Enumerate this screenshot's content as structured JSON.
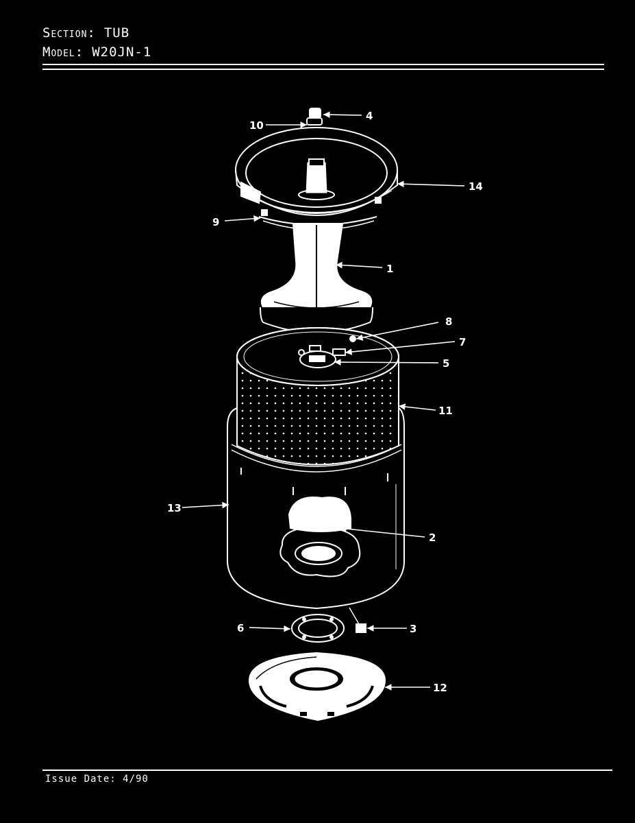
{
  "header": {
    "section_label": "Section:",
    "section_value": "TUB",
    "model_label": "Model:",
    "model_value": "W20JN-1"
  },
  "footer": {
    "issue_date_label": "Issue Date:",
    "issue_date_value": "4/90"
  },
  "callouts": {
    "c1": "1",
    "c2": "2",
    "c3": "3",
    "c4": "4",
    "c5": "5",
    "c6": "6",
    "c7": "7",
    "c8": "8",
    "c9": "9",
    "c10": "10",
    "c11": "11",
    "c12": "12",
    "c13": "13",
    "c14": "14"
  }
}
